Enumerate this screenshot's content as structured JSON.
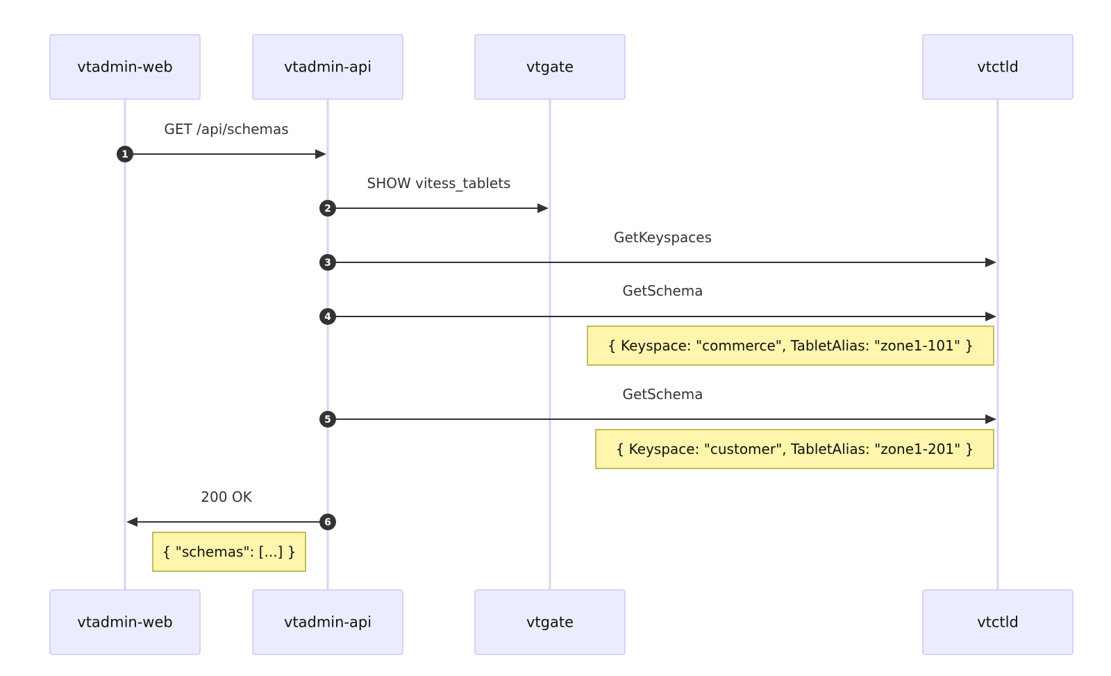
{
  "actors": [
    {
      "id": "web",
      "label": "vtadmin-web"
    },
    {
      "id": "api",
      "label": "vtadmin-api"
    },
    {
      "id": "vtgate",
      "label": "vtgate"
    },
    {
      "id": "vtctld",
      "label": "vtctld"
    }
  ],
  "messages": [
    {
      "step": "1",
      "from": "web",
      "to": "api",
      "label": "GET /api/schemas"
    },
    {
      "step": "2",
      "from": "api",
      "to": "vtgate",
      "label": "SHOW vitess_tablets"
    },
    {
      "step": "3",
      "from": "api",
      "to": "vtctld",
      "label": "GetKeyspaces"
    },
    {
      "step": "4",
      "from": "api",
      "to": "vtctld",
      "label": "GetSchema",
      "note": "{ Keyspace: \"commerce\", TabletAlias: \"zone1-101\" }"
    },
    {
      "step": "5",
      "from": "api",
      "to": "vtctld",
      "label": "GetSchema",
      "note": "{ Keyspace: \"customer\", TabletAlias: \"zone1-201\" }"
    },
    {
      "step": "6",
      "from": "api",
      "to": "web",
      "label": "200 OK",
      "note": "{ \"schemas\": [...] }"
    }
  ],
  "colors": {
    "actor_fill": "#ececff",
    "actor_border": "#cfc8f5",
    "lifeline": "#dcd2f0",
    "message": "#333333",
    "note_fill": "#fff5ad",
    "note_border": "#aaaa33"
  }
}
